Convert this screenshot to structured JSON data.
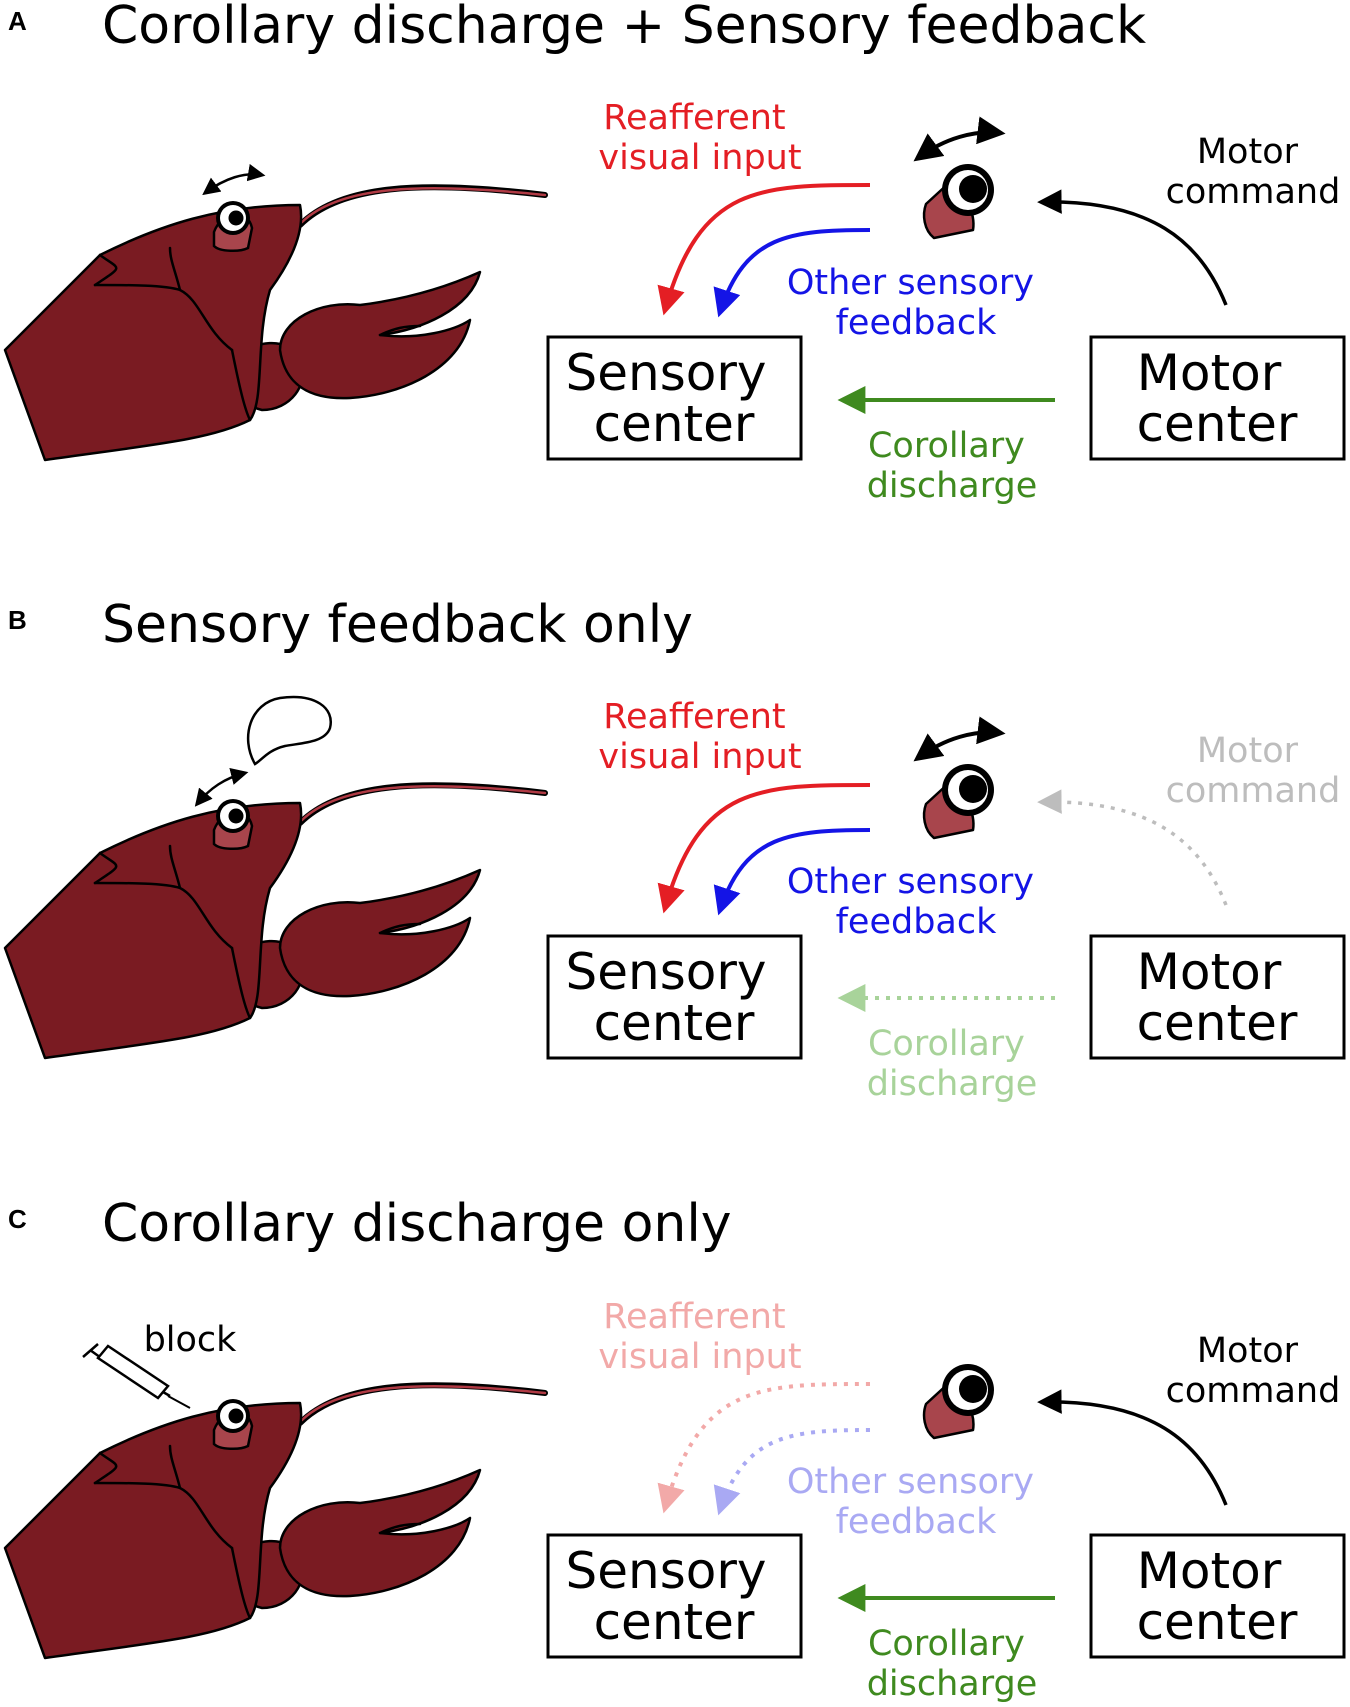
{
  "colors": {
    "crayfish_body": "#7a1b22",
    "eye_stalk": "#a8454c",
    "reafferent": "#e41e24",
    "reafferent_faded": "#f2a9a8",
    "other_sensory": "#1414e6",
    "other_sensory_faded": "#a9a9f3",
    "corollary": "#3f8a1f",
    "corollary_faded": "#a8d39a",
    "motor_command": "#000000",
    "motor_command_faded": "#bdbdbd"
  },
  "panels": [
    {
      "letter": "A",
      "title": "Corollary discharge + Sensory feedback",
      "sensory_center": [
        "Sensory",
        "center"
      ],
      "motor_center": [
        "Motor",
        "center"
      ],
      "reafferent_label": [
        "Reafferent",
        "visual input"
      ],
      "other_sensory_label": [
        "Other sensory",
        "feedback"
      ],
      "corollary_label": [
        "Corollary",
        "discharge"
      ],
      "motor_command_label": [
        "Motor",
        "command"
      ]
    },
    {
      "letter": "B",
      "title": "Sensory feedback only",
      "sensory_center": [
        "Sensory",
        "center"
      ],
      "motor_center": [
        "Motor",
        "center"
      ],
      "reafferent_label": [
        "Reafferent",
        "visual input"
      ],
      "other_sensory_label": [
        "Other sensory",
        "feedback"
      ],
      "corollary_label": [
        "Corollary",
        "discharge"
      ],
      "motor_command_label": [
        "Motor",
        "command"
      ]
    },
    {
      "letter": "C",
      "title": "Corollary discharge only",
      "sensory_center": [
        "Sensory",
        "center"
      ],
      "motor_center": [
        "Motor",
        "center"
      ],
      "reafferent_label": [
        "Reafferent",
        "visual input"
      ],
      "other_sensory_label": [
        "Other sensory",
        "feedback"
      ],
      "corollary_label": [
        "Corollary",
        "discharge"
      ],
      "motor_command_label": [
        "Motor",
        "command"
      ],
      "block_label": "block"
    }
  ]
}
